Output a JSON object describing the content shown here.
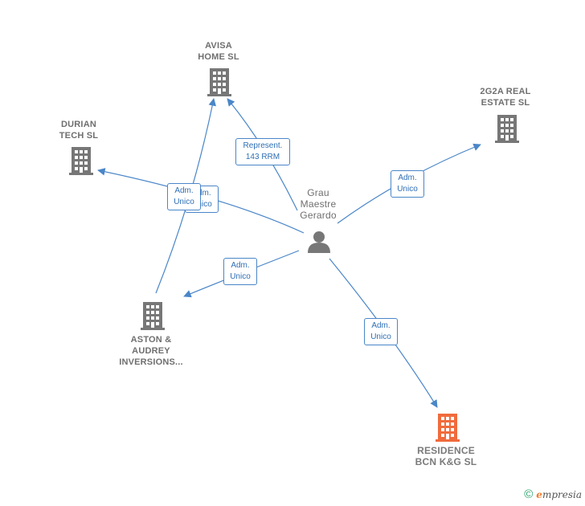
{
  "nodes": {
    "avisa": {
      "line1": "AVISA",
      "line2": "HOME  SL"
    },
    "g2a": {
      "line1": "2G2A REAL",
      "line2": "ESTATE  SL"
    },
    "durian": {
      "line1": "DURIAN",
      "line2": "TECH  SL"
    },
    "person": {
      "line1": "Grau",
      "line2": "Maestre",
      "line3": "Gerardo"
    },
    "aston": {
      "line1": "ASTON &",
      "line2": "AUDREY",
      "line3": "INVERSIONS..."
    },
    "residence": {
      "line1": "RESIDENCE",
      "line2": "BCN K&G  SL"
    }
  },
  "edges": {
    "represent": {
      "line1": "Represent.",
      "line2": "143 RRM"
    },
    "adm_durian": {
      "line1": "Adm.",
      "line2": "Unico"
    },
    "adm_avisa_hidden": {
      "line1": "Adm.",
      "line2": "Unico"
    },
    "adm_g2a": {
      "line1": "Adm.",
      "line2": "Unico"
    },
    "adm_aston": {
      "line1": "Adm.",
      "line2": "Unico"
    },
    "adm_residence": {
      "line1": "Adm.",
      "line2": "Unico"
    }
  },
  "colors": {
    "company": "#777777",
    "focus": "#f06b3c",
    "edge": "#4a86c8",
    "person": "#777777"
  },
  "icons": {
    "company": "building-icon",
    "person": "person-icon"
  },
  "footer": {
    "copyright": "©",
    "brand_e": "e",
    "brand_rest": "mpresia"
  }
}
